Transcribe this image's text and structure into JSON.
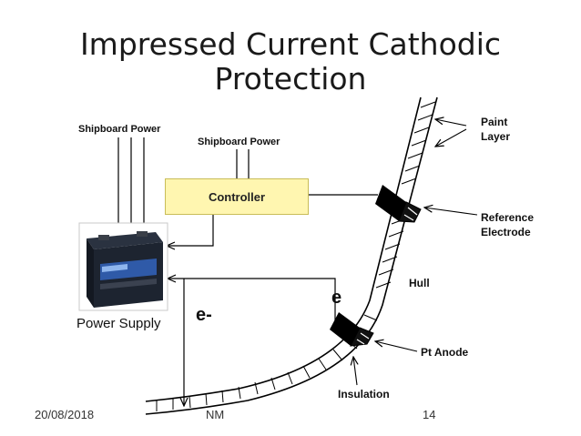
{
  "slide": {
    "title_line1": "Impressed Current Cathodic",
    "title_line2": "Protection"
  },
  "labels": {
    "shipboard_power_left": "Shipboard Power",
    "shipboard_power_center": "Shipboard Power",
    "controller": "Controller",
    "power_supply": "Power Supply",
    "electron_left": "e-",
    "electron_right": "e",
    "hull": "Hull",
    "paint_layer_1": "Paint",
    "paint_layer_2": "Layer",
    "reference_electrode_1": "Reference",
    "reference_electrode_2": "Electrode",
    "pt_anode": "Pt Anode",
    "insulation": "Insulation"
  },
  "footer": {
    "date": "20/08/2018",
    "author": "NM",
    "page": "14"
  },
  "colors": {
    "controller_fill": "#fff6b0",
    "hull_line": "#000000",
    "battery_body": "#1d2430",
    "battery_label": "#2f5aa8"
  }
}
